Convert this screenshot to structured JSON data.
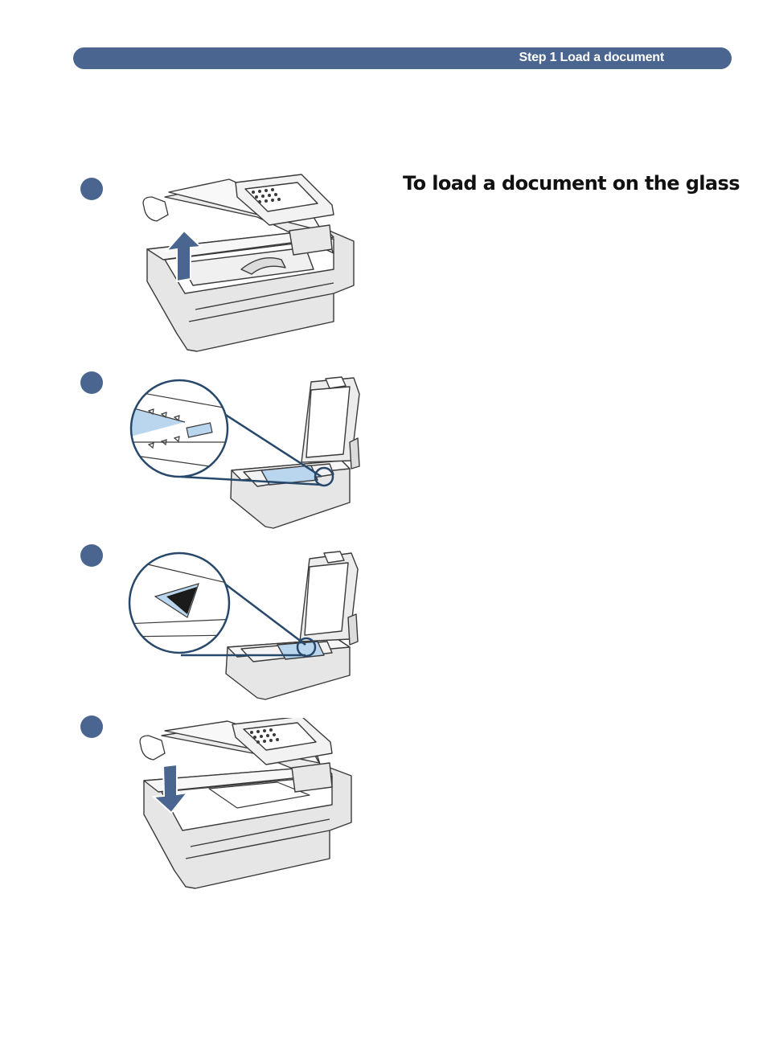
{
  "header": {
    "title": "Step 1 Load a document"
  },
  "section": {
    "heading": "To load a document on the glass"
  },
  "steps": [
    {
      "illustration": "open-lid-arrow-up"
    },
    {
      "illustration": "place-document-magnified-marks"
    },
    {
      "illustration": "align-corner-triangle"
    },
    {
      "illustration": "close-lid-arrow-down"
    }
  ],
  "colors": {
    "accent": "#4a6690",
    "glass_blue": "#b9d6ee",
    "line": "#3a3a3a",
    "zoom_ring": "#27486b"
  }
}
